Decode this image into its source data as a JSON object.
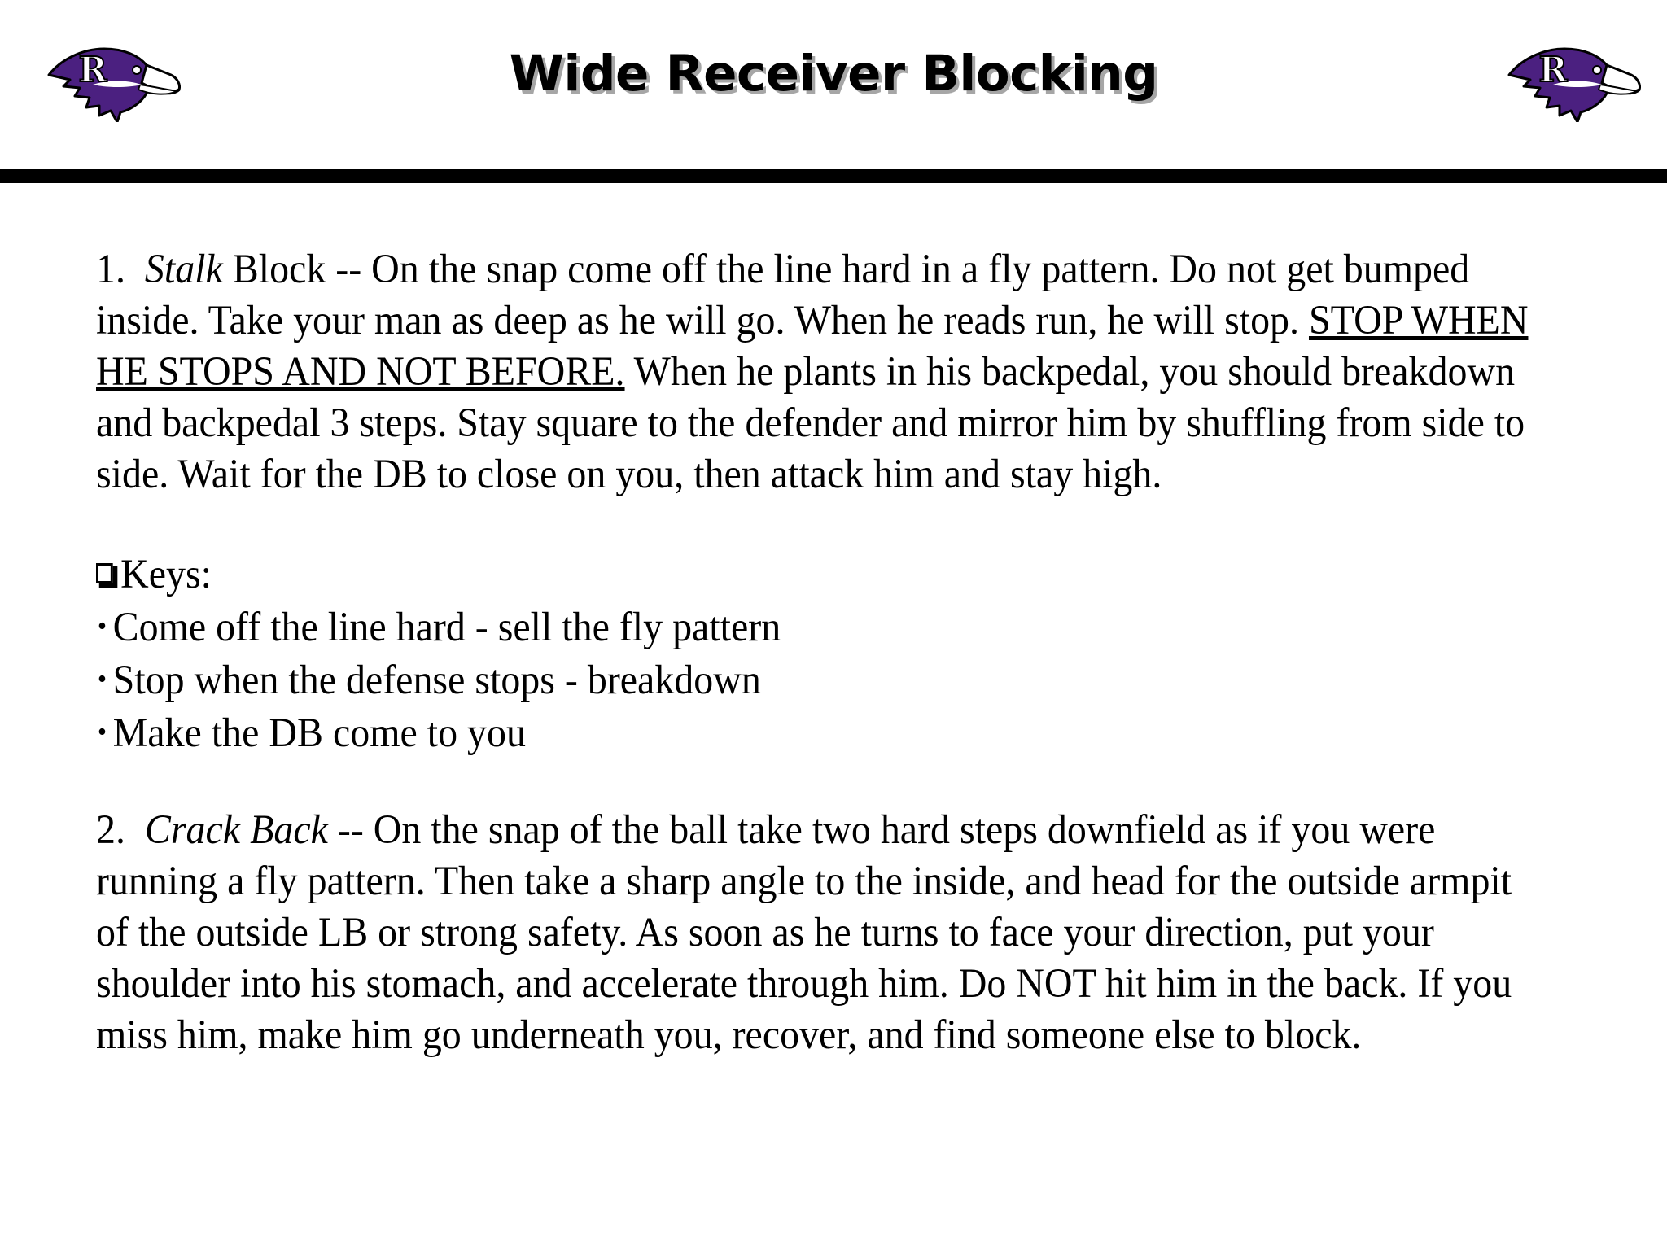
{
  "slide": {
    "title": "Wide Receiver Blocking",
    "background_color": "#ffffff",
    "rule_color": "#000000",
    "logo": {
      "name": "ravens-logo",
      "letter": "R",
      "purple": "#4B2080",
      "outline": "#000000",
      "beak_color": "#ffffff"
    }
  },
  "body": {
    "item1": {
      "number": "1.",
      "term": "Stalk",
      "lead": " Block -- On the snap come off the line hard in a fly pattern.  Do not get bumped inside.  Take your man as deep as he will go.  When he reads run, he will stop.  ",
      "emphasis": "STOP WHEN HE STOPS AND NOT BEFORE.",
      "tail": "  When he plants in his backpedal, you should breakdown and backpedal 3 steps.  Stay square to the defender and mirror him by shuffling from side to side.  Wait for the DB to close on you, then attack him and stay high."
    },
    "keys": {
      "heading": "Keys:",
      "bullet_glyph": "square-bullet",
      "items": [
        "Come off the line hard - sell the fly pattern",
        "Stop when the defense stops - breakdown",
        "Make the DB come to you"
      ]
    },
    "item2": {
      "number": "2.",
      "term": "Crack Back",
      "text": " -- On the snap of the ball take two hard steps downfield as if you were running a fly pattern.  Then take a sharp angle to the inside, and head for the outside armpit of the outside LB or strong safety.  As soon as he turns to face your direction, put your shoulder into his stomach, and accelerate through him.  Do NOT hit him in the back.  If you miss him, make him go underneath you, recover, and find someone else to block."
    }
  }
}
